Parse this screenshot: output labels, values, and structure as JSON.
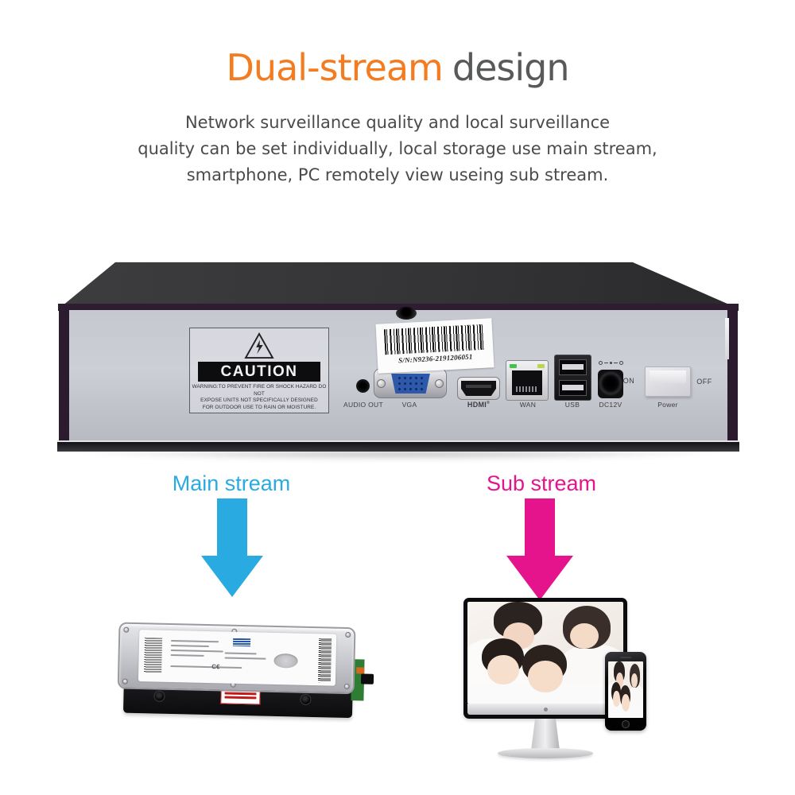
{
  "title": {
    "highlight": "Dual-stream",
    "rest": "design"
  },
  "subtitle": {
    "line1": "Network surveillance quality and local surveillance",
    "line2": "quality can be set individually, local storage use main stream,",
    "line3": "smartphone, PC remotely view useing sub stream."
  },
  "device": {
    "caution": {
      "heading": "CAUTION",
      "line1": "WARNING:TO PREVENT FIRE OR SHOCK HAZARD DO NOT",
      "line2": "EXPOSE UNITS NOT SPECIFICALLY DESIGNED",
      "line3": "FOR OUTDOOR USE TO RAIN OR MOISTURE."
    },
    "serial": "S/N:N9236-2191206051",
    "ports": {
      "audio_out": "AUDIO OUT",
      "vga": "VGA",
      "hdmi": "HDMI",
      "hdmi_reg": "®",
      "wan": "WAN",
      "usb": "USB",
      "dc12v": "DC12V",
      "power": "Power",
      "on": "ON",
      "off": "OFF"
    }
  },
  "streams": {
    "main": {
      "label": "Main stream",
      "color": "#29abe2"
    },
    "sub": {
      "label": "Sub stream",
      "color": "#e6148c"
    }
  },
  "colors": {
    "title_highlight": "#f47b20",
    "title_rest": "#58595b",
    "body_text": "#4a4a4a",
    "main_stream": "#29abe2",
    "sub_stream": "#e6148c"
  }
}
